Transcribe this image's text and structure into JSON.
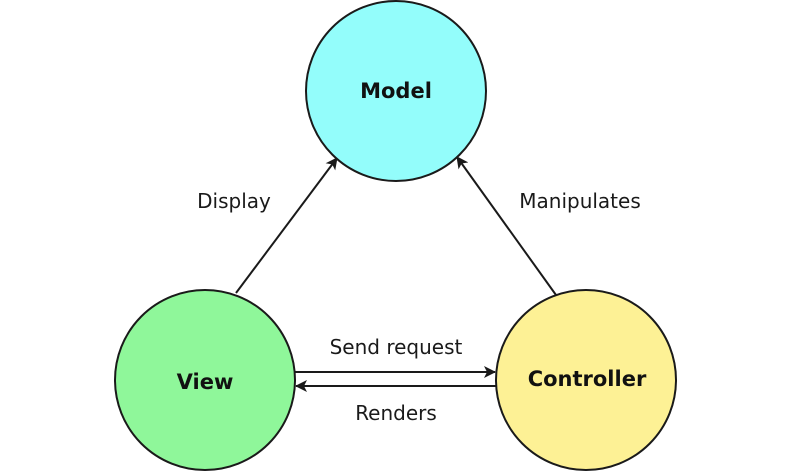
{
  "nodes": {
    "model": {
      "label": "Model",
      "color": "#93fdfb"
    },
    "view": {
      "label": "View",
      "color": "#8ff79a"
    },
    "controller": {
      "label": "Controller",
      "color": "#fdf195"
    }
  },
  "edges": {
    "display": {
      "label": "Display",
      "from": "view",
      "to": "model"
    },
    "manipulates": {
      "label": "Manipulates",
      "from": "controller",
      "to": "model"
    },
    "send_request": {
      "label": "Send request",
      "from": "view",
      "to": "controller"
    },
    "renders": {
      "label": "Renders",
      "from": "controller",
      "to": "view"
    }
  }
}
